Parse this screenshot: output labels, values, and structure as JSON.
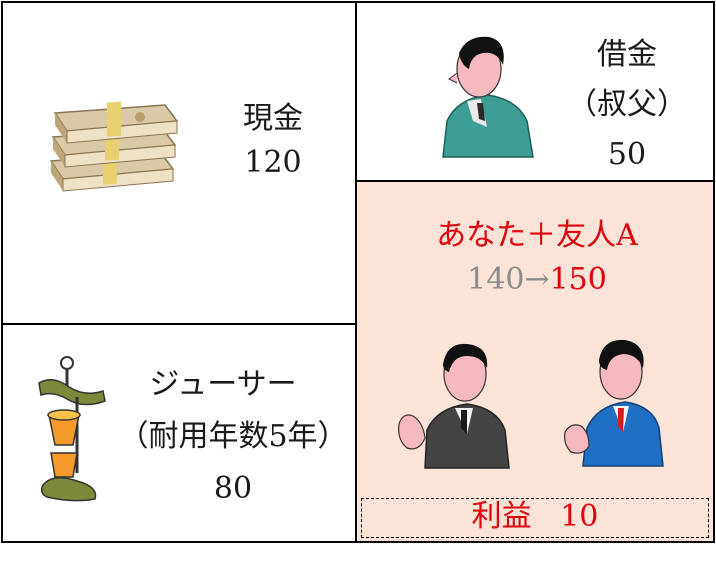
{
  "cash": {
    "label": "現金",
    "value": "120"
  },
  "loan": {
    "label": "借金",
    "sub": "（叔父）",
    "value": "50"
  },
  "equity": {
    "label": "あなた＋友人A",
    "from": "140",
    "arrow": "→",
    "to": "150"
  },
  "juicer": {
    "label": "ジューサー",
    "sub": "（耐用年数5年）",
    "value": "80"
  },
  "profit": {
    "label": "利益",
    "value": "10"
  },
  "icons": [
    "money-bundle-icon",
    "uncle-icon",
    "person-suit-icon",
    "person-blue-suit-icon",
    "juicer-icon"
  ],
  "colors": {
    "equity_bg": "#fbe3d7",
    "highlight": "#e0000a",
    "muted": "#8c8c8c"
  }
}
